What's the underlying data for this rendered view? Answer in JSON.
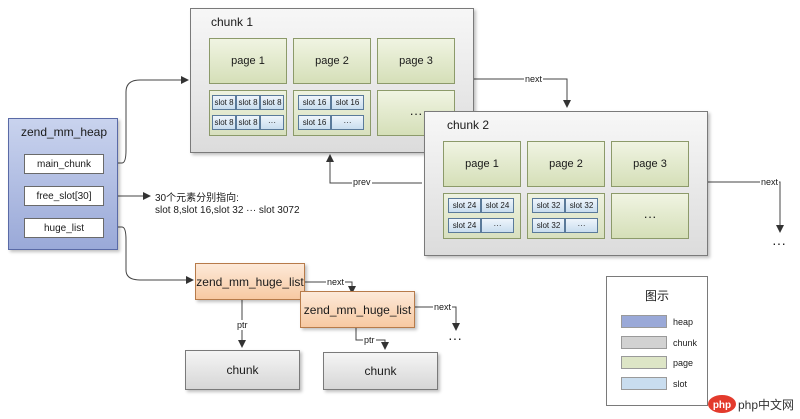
{
  "chunk1": {
    "title": "chunk 1",
    "pages": [
      "page 1",
      "page 2",
      "page 3"
    ],
    "slots": [
      [
        "slot 8",
        "slot 8",
        "slot 8",
        "slot 8",
        "slot 8",
        "···"
      ],
      [
        "slot 16",
        "slot 16",
        "slot 16",
        "···"
      ]
    ],
    "more": "···"
  },
  "chunk2": {
    "title": "chunk 2",
    "pages": [
      "page 1",
      "page 2",
      "page 3"
    ],
    "slots": [
      [
        "slot 24",
        "slot 24",
        "slot 24",
        "···"
      ],
      [
        "slot 32",
        "slot 32",
        "slot 32",
        "···"
      ]
    ],
    "more": "···"
  },
  "heap": {
    "title": "zend_mm_heap",
    "items": [
      "main_chunk",
      "free_slot[30]",
      "huge_list"
    ]
  },
  "annotation": {
    "line1": "30个元素分别指向:",
    "line2": "slot 8,slot 16,slot 32 ··· slot 3072"
  },
  "huge_list": {
    "node1": "zend_mm_huge_list",
    "node2": "zend_mm_huge_list",
    "chunk_label": "chunk"
  },
  "labels": {
    "next": "next",
    "prev": "prev",
    "ptr": "ptr",
    "ellipsis": "···",
    "ellipsis_vertical": "···"
  },
  "legend": {
    "title": "图示",
    "items": [
      {
        "label": "heap",
        "color": "#9aa9d8"
      },
      {
        "label": "chunk",
        "color": "#d2d2d2"
      },
      {
        "label": "page",
        "color": "#dde5c6"
      },
      {
        "label": "slot",
        "color": "#c9ddef"
      }
    ]
  },
  "watermark": "php中文网"
}
